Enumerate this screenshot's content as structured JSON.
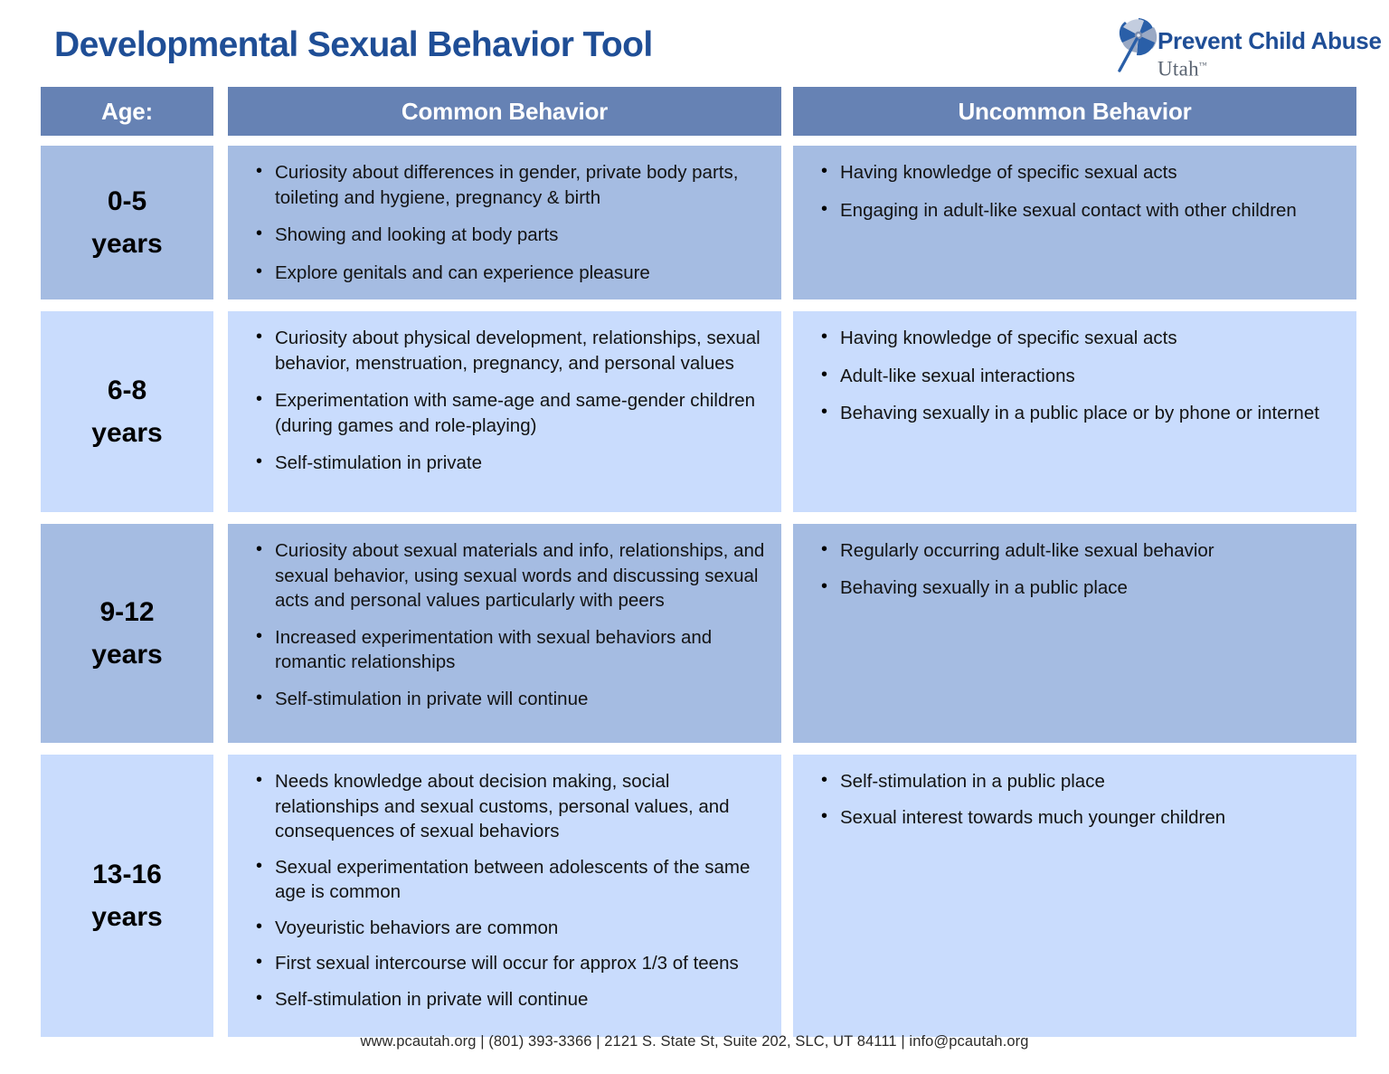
{
  "header": {
    "title": "Developmental Sexual Behavior Tool",
    "logo": {
      "name": "prevent-child-abuse-utah-logo",
      "line1": "Prevent Child Abuse",
      "line2": "Utah",
      "trademark": "™",
      "mark_icon": "pinwheel-icon",
      "brand_navy": "#1f4e96",
      "brand_gray": "#5a6472"
    }
  },
  "table": {
    "columns": [
      {
        "id": "age",
        "label": "Age:"
      },
      {
        "id": "common",
        "label": "Common Behavior"
      },
      {
        "id": "uncommon",
        "label": "Uncommon Behavior"
      }
    ],
    "header_bg": "#6682b4",
    "row_bg_dark": "#a5bce2",
    "row_bg_light": "#c9dcfd",
    "rows": [
      {
        "age_line1": "0-5",
        "age_line2": "years",
        "shade": "dark",
        "common": [
          "Curiosity about differences in gender, private body parts, toileting and hygiene, pregnancy & birth",
          "Showing and looking at body parts",
          "Explore genitals and can experience pleasure"
        ],
        "uncommon": [
          "Having knowledge of specific sexual acts",
          "Engaging in adult-like sexual contact with other children"
        ]
      },
      {
        "age_line1": "6-8",
        "age_line2": "years",
        "shade": "light",
        "common": [
          "Curiosity about physical development, relationships, sexual behavior, menstruation, pregnancy, and personal values",
          "Experimentation with same-age and same-gender children (during games and role-playing)",
          "Self-stimulation in private"
        ],
        "uncommon": [
          "Having knowledge of specific sexual acts",
          "Adult-like sexual interactions",
          "Behaving sexually in a public place or by phone or internet"
        ]
      },
      {
        "age_line1": "9-12",
        "age_line2": "years",
        "shade": "dark",
        "common": [
          "Curiosity about sexual materials and info, relationships, and sexual behavior, using sexual words and discussing sexual acts and personal values particularly with peers",
          "Increased experimentation with sexual behaviors and romantic relationships",
          "Self-stimulation in private will continue"
        ],
        "uncommon": [
          "Regularly occurring adult-like sexual behavior",
          "Behaving sexually in a public place"
        ]
      },
      {
        "age_line1": "13-16",
        "age_line2": "years",
        "shade": "light",
        "common": [
          "Needs knowledge about decision making, social relationships and sexual customs, personal values, and consequences of sexual behaviors",
          "Sexual experimentation between adolescents of the same age is common",
          "Voyeuristic behaviors are common",
          "First sexual intercourse will occur for approx 1/3 of teens",
          "Self-stimulation in private will continue"
        ],
        "uncommon": [
          "Self-stimulation in a public place",
          "Sexual interest towards much younger children"
        ]
      }
    ]
  },
  "footer": {
    "text": "www.pcautah.org | (801) 393-3366 | 2121 S. State St, Suite 202, SLC, UT 84111 | info@pcautah.org"
  }
}
